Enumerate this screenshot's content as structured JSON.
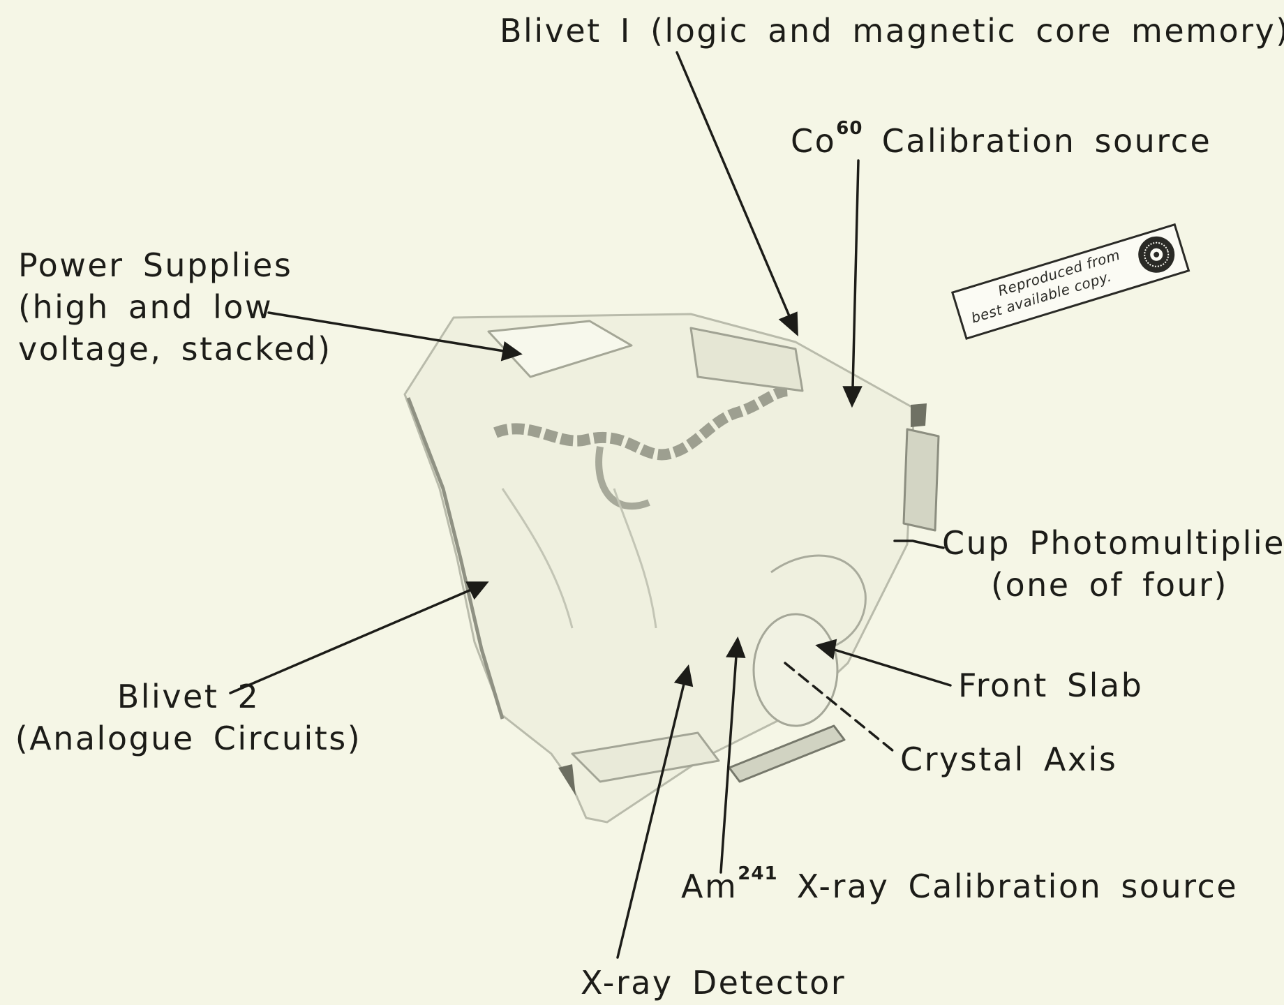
{
  "labels": {
    "blivet1": "Blivet I (logic and magnetic core memory)",
    "co60_prefix": "Co",
    "co60_sup": "60",
    "co60_rest": "Calibration source",
    "power_line1": "Power Supplies",
    "power_line2": "(high and low",
    "power_line3": "voltage, stacked)",
    "cup_line1": "Cup Photomultiplier",
    "cup_line2": "(one of four)",
    "front_slab": "Front Slab",
    "blivet2_line1": "Blivet 2",
    "blivet2_line2": "(Analogue Circuits)",
    "crystal_axis": "Crystal Axis",
    "am241_prefix": "Am",
    "am241_sup": "241",
    "am241_rest": "X-ray Calibration source",
    "xray_detector": "X-ray Detector"
  },
  "stamp": {
    "line1": "Reproduced from",
    "line2": "best available copy."
  },
  "colors": {
    "paper": "#f5f6e6",
    "ink": "#1c1c18",
    "photo_shade": "#c9cbbb"
  }
}
